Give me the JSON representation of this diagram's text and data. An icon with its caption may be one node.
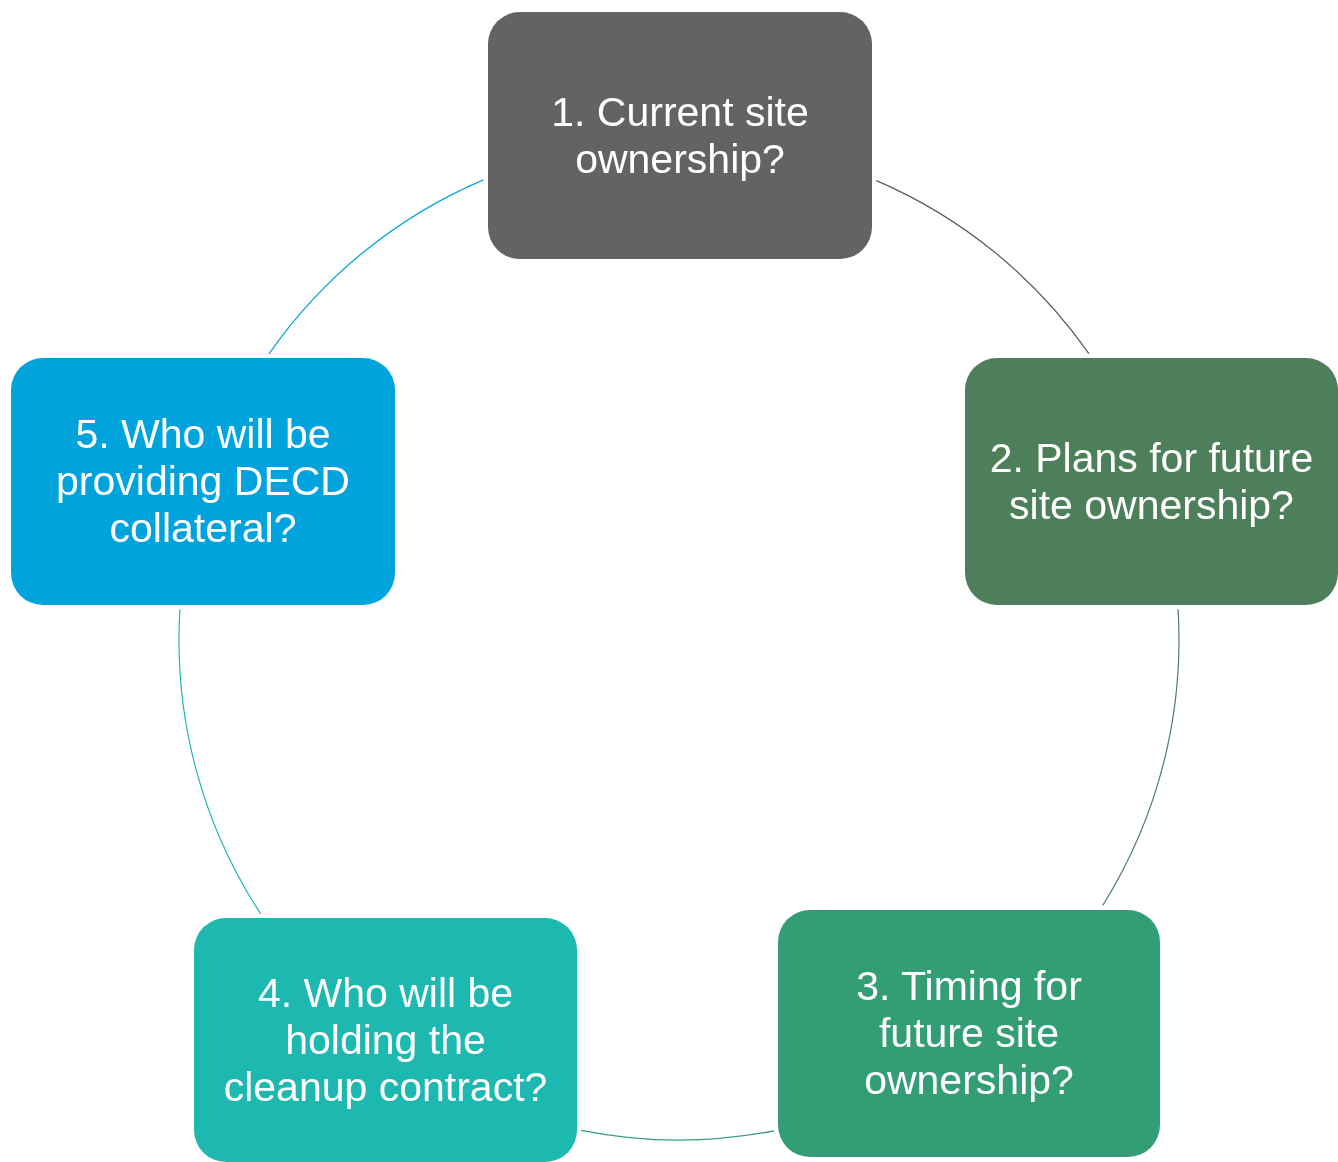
{
  "diagram": {
    "nodes": [
      {
        "text": [
          "1. Current site ownership?"
        ]
      },
      {
        "text": [
          "2. Plans for future site ownership?"
        ]
      },
      {
        "text": [
          "3. Timing for future site ownership?"
        ]
      },
      {
        "text": [
          "4. Who will be holding the cleanup contract?"
        ]
      },
      {
        "text": [
          "5. Who will be providing DECD collateral?"
        ]
      }
    ],
    "edges": [
      {
        "from": 0,
        "to": 1,
        "arrow": "none",
        "color": "#595959"
      },
      {
        "from": 1,
        "to": 2,
        "arrow": "none",
        "color": "#4e7f5b"
      },
      {
        "from": 2,
        "to": 3,
        "arrow": "none",
        "color": "#339e76"
      },
      {
        "from": 3,
        "to": 4,
        "arrow": "none",
        "color": "#1db8af"
      },
      {
        "from": 4,
        "to": 0,
        "arrow": "none",
        "color": "#00a3db"
      }
    ]
  }
}
